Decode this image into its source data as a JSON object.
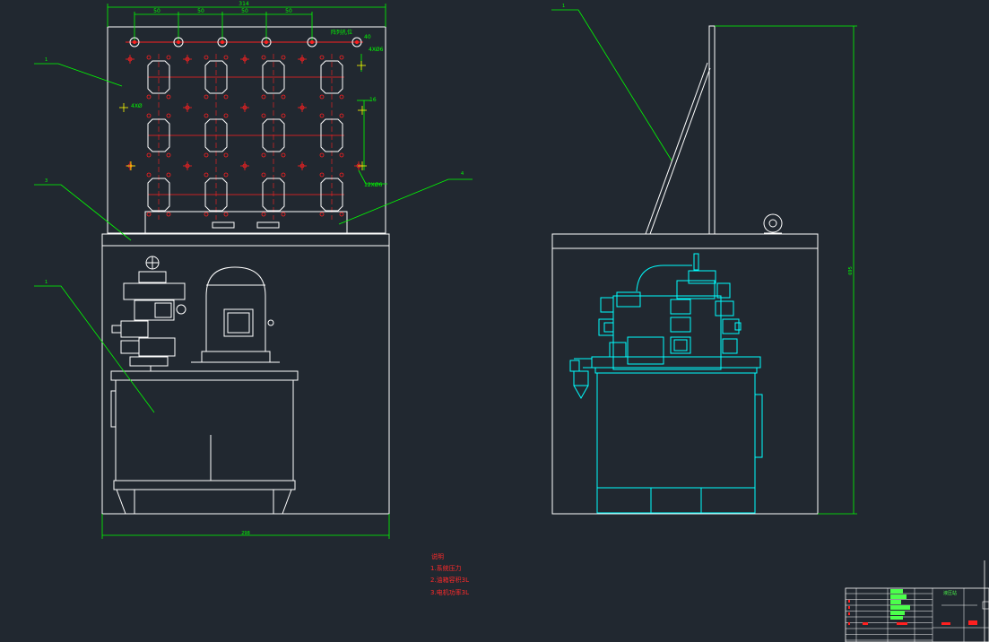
{
  "colors": {
    "background": "#212830",
    "outline": "#ffffff",
    "dimension": "#00ff00",
    "hole": "#ff2020",
    "cyan": "#00ffff",
    "note_red": "#ff2a2a",
    "title_green": "#4cff4c",
    "title_yellow": "#ffff00"
  },
  "dimensions": {
    "overall_width_top": "314",
    "spacing": [
      "50",
      "50",
      "50",
      "50"
    ],
    "bottom_width": "298",
    "right_height": "695",
    "dim_40": "40",
    "dim_4x": "4XØ6",
    "dim_16": "16",
    "dim_4x_left": "4XØ",
    "dim_12x": "12XØ6",
    "dim_label_plate": "阵列孔位"
  },
  "balloons": [
    "1",
    "3",
    "4",
    "1",
    "1"
  ],
  "notes": {
    "title": "说明",
    "lines": [
      "1.系统压力",
      "2.油箱容积3L",
      "3.电机功率3L"
    ]
  },
  "title_block": {
    "label": "液压站"
  }
}
